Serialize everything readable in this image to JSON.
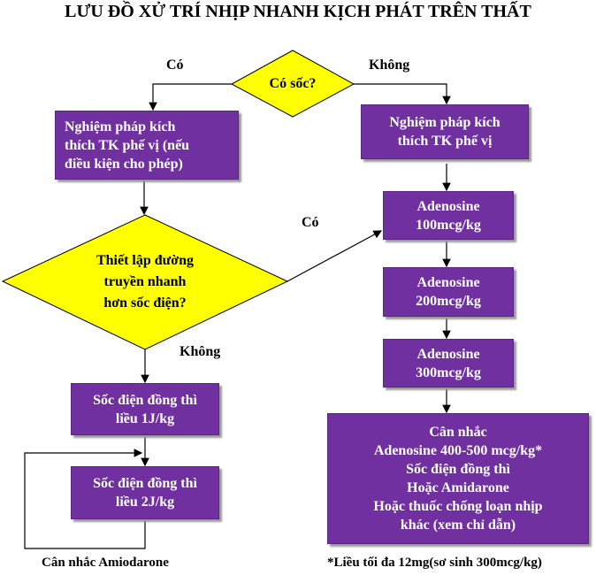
{
  "title": "LƯU ĐỒ XỬ TRÍ NHỊP NHANH KỊCH PHÁT TRÊN THẤT",
  "decision1": {
    "text": "Có sốc?",
    "yes": "Có",
    "no": "Không"
  },
  "left_box1": [
    "Nghiệm pháp kích",
    "thích TK phế vị (nếu",
    "điều kiện cho phép)"
  ],
  "right_box1": [
    "Nghiệm pháp kích",
    "thích TK phế vị"
  ],
  "decision2": {
    "lines": [
      "Thiết lập đường",
      "truyền nhanh",
      "hơn sốc điện?"
    ],
    "yes": "Có",
    "no": "Không"
  },
  "adenosine1": [
    "Adenosine",
    "100mcg/kg"
  ],
  "adenosine2": [
    "Adenosine",
    "200mcg/kg"
  ],
  "adenosine3": [
    "Adenosine",
    "300mcg/kg"
  ],
  "final_box": [
    "Cân nhắc",
    "Adenosine 400-500 mcg/kg*",
    "Sốc điện đồng thì",
    "Hoặc Amidarone",
    "Hoặc thuốc chống loạn nhịp",
    "khác (xem chỉ dẫn)"
  ],
  "shock1": [
    "Sốc điện đồng thì",
    "liều 1J/kg"
  ],
  "shock2": [
    "Sốc điện đồng thì",
    "liều 2J/kg"
  ],
  "loop_label": "Cân nhắc Amiodarone",
  "footnote": "*Liều tối đa 12mg(sơ sinh 300mcg/kg)",
  "colors": {
    "box": "#7030A0",
    "decision": "#FFFF00"
  }
}
